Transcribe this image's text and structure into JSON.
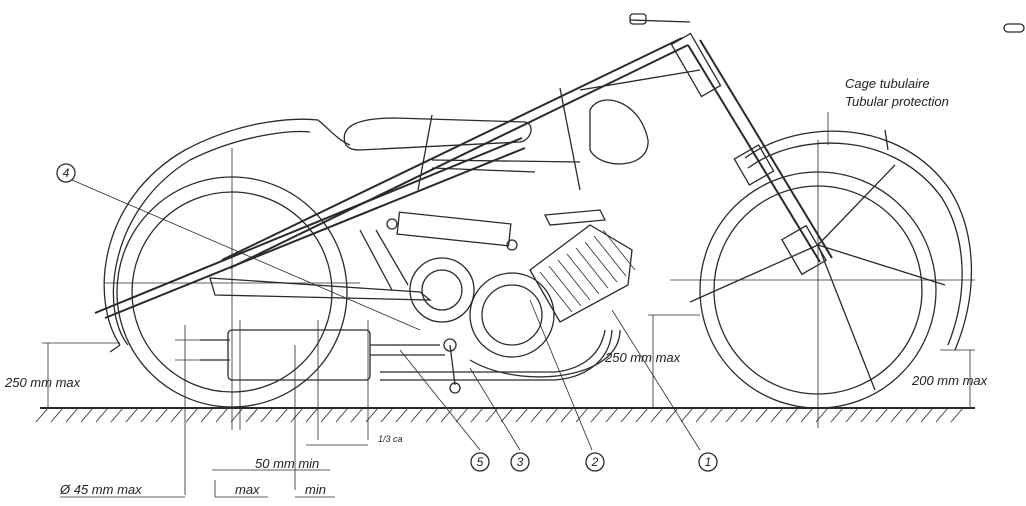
{
  "labels": {
    "cage_fr": "Cage tubulaire",
    "cage_en": "Tubular protection",
    "rear_height": "250 mm max",
    "engine_height": "250 mm max",
    "front_height": "200 mm max",
    "fraction": "1/3 ca",
    "fifty_min": "50 mm min",
    "diameter": "Ø 45 mm max",
    "max": "max",
    "min": "min"
  },
  "callouts": [
    "1",
    "2",
    "3",
    "4",
    "5"
  ]
}
